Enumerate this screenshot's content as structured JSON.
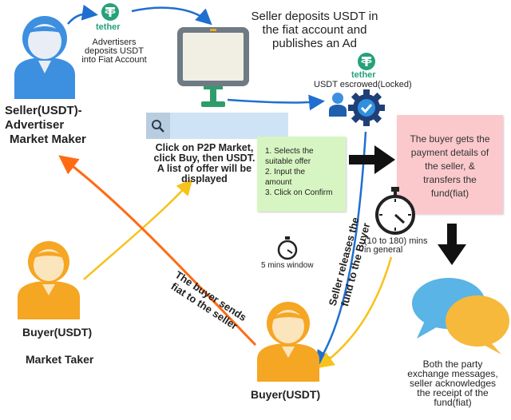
{
  "nodes": {
    "seller": {
      "title": "Seller(USDT)-\nAdvertiser",
      "role": "Market Maker"
    },
    "buyer_left": {
      "title": "Buyer(USDT)",
      "role": "Market Taker"
    },
    "buyer_bottom": {
      "title": "Buyer(USDT)"
    }
  },
  "labels": {
    "tether_logo_1": "tether",
    "tether_logo_2": "tether",
    "advertisers_deposit": "Advertisers\ndeposits USDT\ninto Fiat Account",
    "seller_deposits": "Seller deposits USDT in\nthe fiat account and\npublishes an Ad",
    "usdt_escrowed": "USDT escrowed(Locked)",
    "click_p2p": "Click on P2P Market,\nclick Buy, then USDT.\nA list of offer will be\ndisplayed",
    "five_mins": "5 mins window",
    "ten_to_180": "(10 to 180) mins\nin general",
    "seller_releases": "Seller releases the\nfund to the Buyer",
    "buyer_sends": "The buyer sends\nfiat to the seller",
    "both_party": "Both the party\nexchange messages,\nseller acknowledges\nthe receipt of the\nfund(fiat)"
  },
  "notes": {
    "green_steps": "1. Selects the\nsuitable offer\n2. Input the\namount\n3. Click on Confirm",
    "pink_payment": "The buyer gets the\npayment details of\nthe seller, &\ntransfers the\nfund(fiat)"
  },
  "colors": {
    "seller_blue": "#3d8fe0",
    "buyer_orange": "#f5a623",
    "tether_green": "#26a17b",
    "arrow_blue": "#1f6fd1",
    "arrow_orange": "#ff6a13",
    "arrow_yellow": "#f7c21b",
    "green_note": "#d7f5c2",
    "pink_note": "#fbc9cc",
    "chat_blue": "#5ab4e6",
    "chat_yellow": "#f6b93b"
  },
  "icons": [
    "person-icon",
    "tether-icon",
    "monitor-icon",
    "search-icon",
    "gear-check-icon",
    "stopwatch-icon",
    "chat-bubbles-icon",
    "arrow-right-icon",
    "arrow-down-icon"
  ]
}
